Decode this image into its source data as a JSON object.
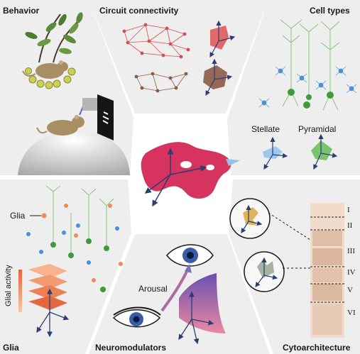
{
  "panels": {
    "behavior": "Behavior",
    "circuit": "Circuit connectivity",
    "cell_types": "Cell types",
    "glia": "Glia",
    "neuromodulators": "Neuromodulators",
    "cytoarchitecture": "Cytoarchitecture"
  },
  "labels": {
    "stellate": "Stellate",
    "pyramidal": "Pyramidal",
    "glia_marker": "Glia",
    "glial_activity": "Glial activity",
    "arousal": "Arousal"
  },
  "layers": [
    "I",
    "II",
    "III",
    "IV",
    "V",
    "VI"
  ],
  "colors": {
    "panel_bg": "#eeeeee",
    "manifold_center": "#d6335e",
    "arrow": "#2b3e73",
    "circuit_red": "#d84c4c",
    "circuit_brown": "#8b5a44",
    "green_neuron": "#4fa84a",
    "blue_neuron": "#4a90d9",
    "orange_glia": "#f08a5c",
    "cytology_bg": "#f1dccb"
  }
}
